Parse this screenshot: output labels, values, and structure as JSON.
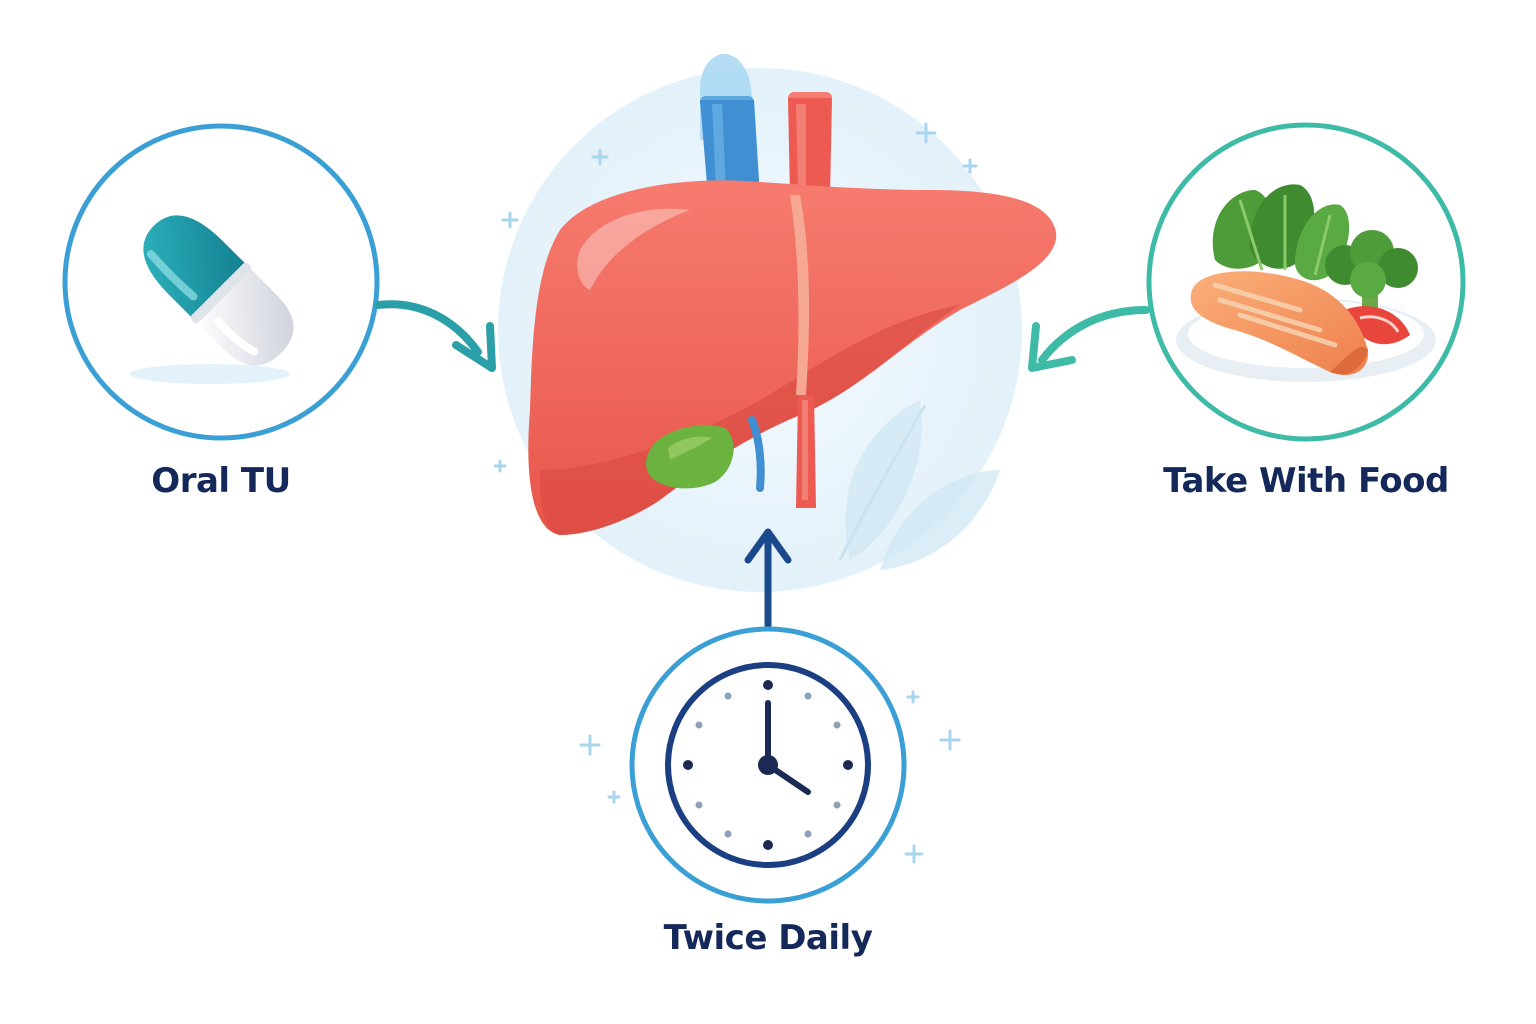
{
  "diagram": {
    "center": {
      "organ": "liver",
      "icon": "liver-icon"
    },
    "nodes": [
      {
        "id": "oral",
        "label": "Oral TU",
        "icon": "capsule-icon",
        "ring_color": "#3a9fd4"
      },
      {
        "id": "food",
        "label": "Take With Food",
        "icon": "salmon-plate-icon",
        "ring_color": "#3dbba6"
      },
      {
        "id": "twice",
        "label": "Twice Daily",
        "icon": "clock-icon",
        "ring_color": "#3a9fd4"
      }
    ],
    "clock_time": "4:00"
  },
  "colors": {
    "liver": "#f26b5f",
    "label_text": "#14285a",
    "arrow_teal": "#2a9fa8",
    "arrow_navy": "#1b4a8c",
    "capsule_teal": "#1e9aa8",
    "halo": "#e8f4fb"
  }
}
